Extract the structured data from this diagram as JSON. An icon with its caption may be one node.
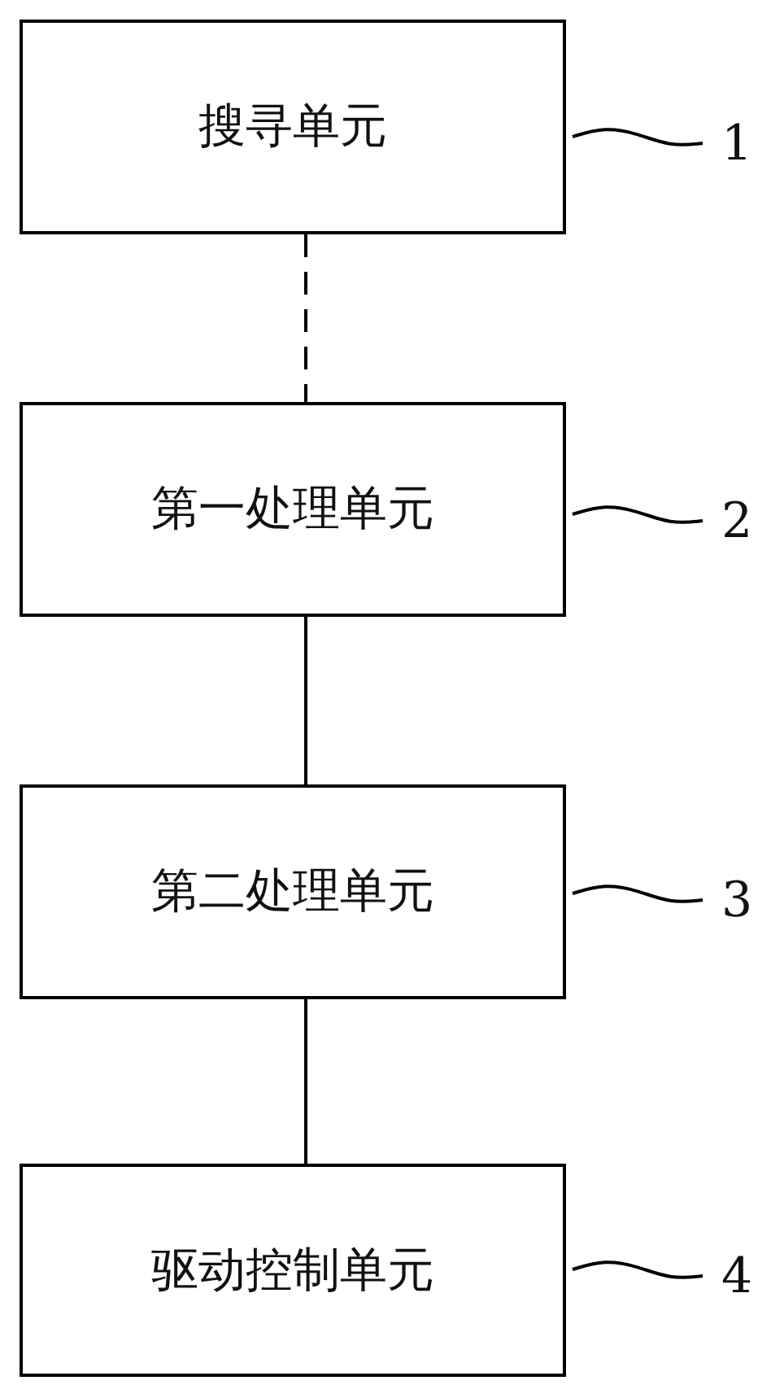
{
  "diagram": {
    "nodes": [
      {
        "text": [
          "搜寻单元"
        ]
      },
      {
        "text": [
          "1"
        ]
      },
      {
        "text": [
          "第一处理单元"
        ]
      },
      {
        "text": [
          "2"
        ]
      },
      {
        "text": [
          "第二处理单元"
        ]
      },
      {
        "text": [
          "3"
        ]
      },
      {
        "text": [
          "驱动控制单元"
        ]
      },
      {
        "text": [
          "4"
        ]
      }
    ],
    "edges": [
      {
        "from": 0,
        "to": 2,
        "arrow": "none",
        "style": "dashed"
      },
      {
        "from": 2,
        "to": 4,
        "arrow": "none"
      },
      {
        "from": 4,
        "to": 6,
        "arrow": "none"
      },
      {
        "from": 1,
        "to": 0,
        "arrow": "none"
      },
      {
        "from": 3,
        "to": 2,
        "arrow": "none"
      },
      {
        "from": 5,
        "to": 4,
        "arrow": "none"
      },
      {
        "from": 7,
        "to": 6,
        "arrow": "none"
      }
    ]
  }
}
